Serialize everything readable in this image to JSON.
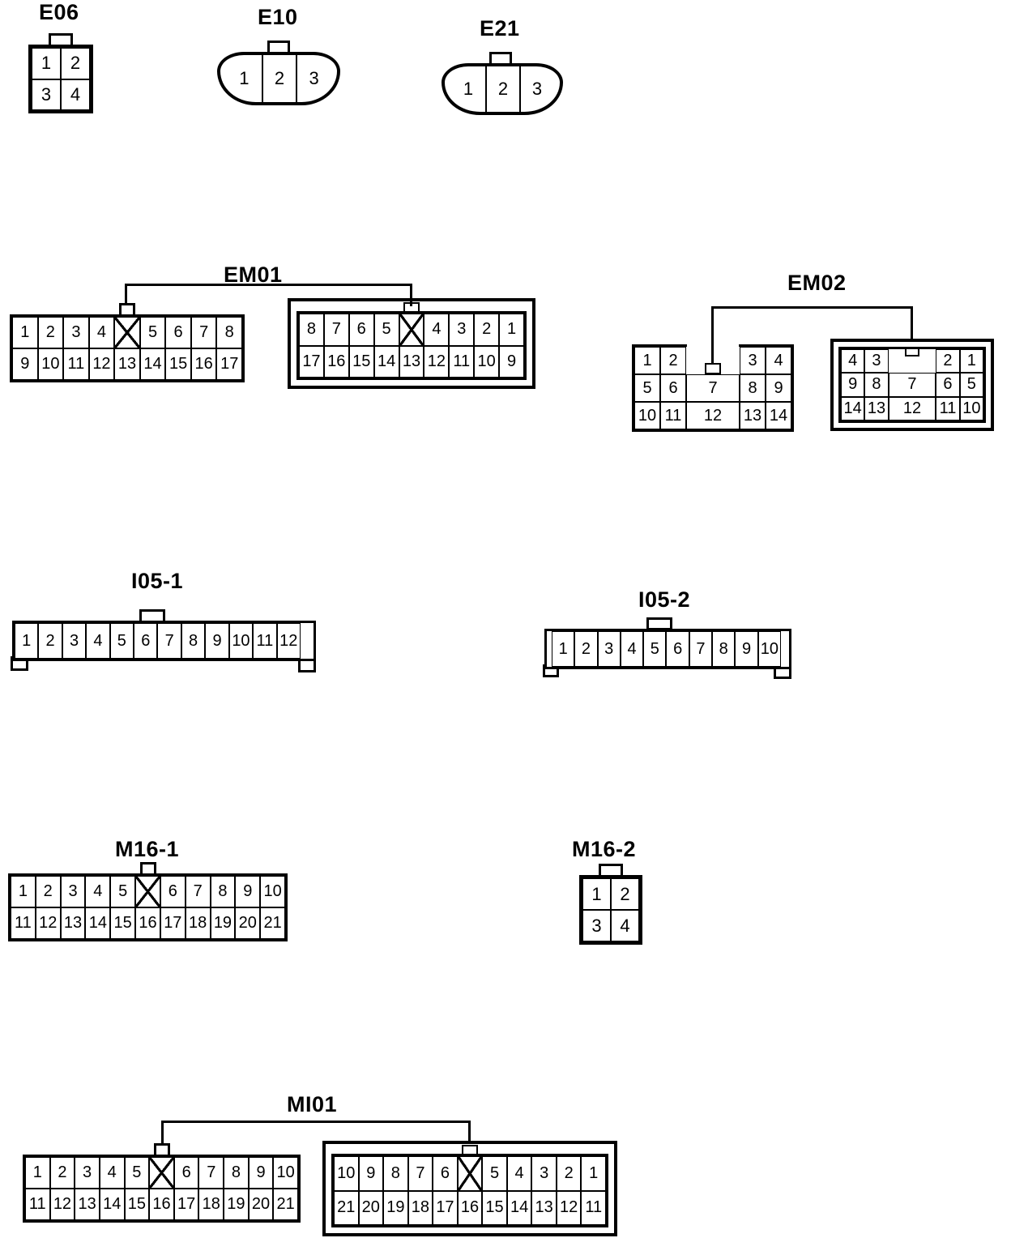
{
  "ink": "#000000",
  "background": "#ffffff",
  "connectors": {
    "e06": {
      "label": "E06",
      "rows": [
        [
          "1",
          "2"
        ],
        [
          "3",
          "4"
        ]
      ]
    },
    "e10": {
      "label": "E10",
      "rows": [
        [
          "1",
          "2",
          "3"
        ]
      ]
    },
    "e21": {
      "label": "E21",
      "rows": [
        [
          "1",
          "2",
          "3"
        ]
      ]
    },
    "em01": {
      "label": "EM01",
      "left": {
        "rows": [
          [
            "1",
            "2",
            "3",
            "4",
            "X",
            "5",
            "6",
            "7",
            "8"
          ],
          [
            "9",
            "10",
            "11",
            "12",
            "13",
            "14",
            "15",
            "16",
            "17"
          ]
        ]
      },
      "right": {
        "rows": [
          [
            "8",
            "7",
            "6",
            "5",
            "X",
            "4",
            "3",
            "2",
            "1"
          ],
          [
            "17",
            "16",
            "15",
            "14",
            "13",
            "12",
            "11",
            "10",
            "9"
          ]
        ]
      }
    },
    "em02": {
      "label": "EM02",
      "left": {
        "rows": [
          [
            "1",
            "2",
            "GAP",
            "3",
            "4"
          ],
          [
            "5",
            "6",
            "7",
            "8",
            "9"
          ],
          [
            "10",
            "11",
            "12",
            "13",
            "14"
          ]
        ]
      },
      "right": {
        "rows": [
          [
            "4",
            "3",
            "GAP",
            "2",
            "1"
          ],
          [
            "9",
            "8",
            "7",
            "6",
            "5"
          ],
          [
            "14",
            "13",
            "12",
            "11",
            "10"
          ]
        ]
      }
    },
    "i05_1": {
      "label": "I05-1",
      "rows": [
        [
          "1",
          "2",
          "3",
          "4",
          "5",
          "6",
          "7",
          "8",
          "9",
          "10",
          "11",
          "12"
        ]
      ]
    },
    "i05_2": {
      "label": "I05-2",
      "rows": [
        [
          "1",
          "2",
          "3",
          "4",
          "5",
          "6",
          "7",
          "8",
          "9",
          "10"
        ]
      ]
    },
    "m16_1": {
      "label": "M16-1",
      "rows": [
        [
          "1",
          "2",
          "3",
          "4",
          "5",
          "X",
          "6",
          "7",
          "8",
          "9",
          "10"
        ],
        [
          "11",
          "12",
          "13",
          "14",
          "15",
          "16",
          "17",
          "18",
          "19",
          "20",
          "21"
        ]
      ]
    },
    "m16_2": {
      "label": "M16-2",
      "rows": [
        [
          "1",
          "2"
        ],
        [
          "3",
          "4"
        ]
      ]
    },
    "mi01": {
      "label": "MI01",
      "left": {
        "rows": [
          [
            "1",
            "2",
            "3",
            "4",
            "5",
            "X",
            "6",
            "7",
            "8",
            "9",
            "10"
          ],
          [
            "11",
            "12",
            "13",
            "14",
            "15",
            "16",
            "17",
            "18",
            "19",
            "20",
            "21"
          ]
        ]
      },
      "right": {
        "rows": [
          [
            "10",
            "9",
            "8",
            "7",
            "6",
            "X",
            "5",
            "4",
            "3",
            "2",
            "1"
          ],
          [
            "21",
            "20",
            "19",
            "18",
            "17",
            "16",
            "15",
            "14",
            "13",
            "12",
            "11"
          ]
        ]
      }
    }
  }
}
